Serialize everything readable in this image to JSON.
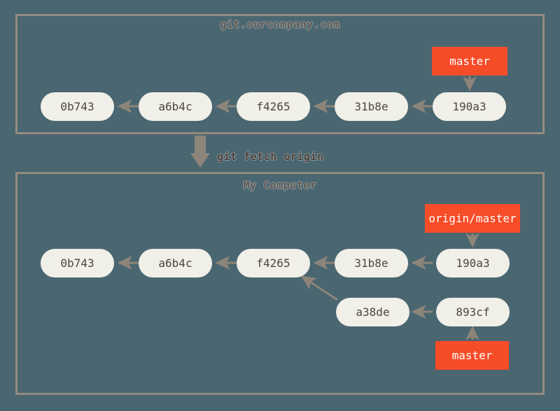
{
  "diagram": {
    "background_color": "#4a6670",
    "node_color": "#f0efe8",
    "branch_label_color": "#f74c28",
    "arrow_color": "#8d857a",
    "border_color": "#938b80",
    "operation_label": "git fetch origin",
    "regions": [
      {
        "id": "remote",
        "title": "git.ourcompany.com",
        "commits": [
          "0b743",
          "a6b4c",
          "f4265",
          "31b8e",
          "190a3"
        ],
        "branch_labels": [
          {
            "name": "master",
            "points_to": "190a3"
          }
        ]
      },
      {
        "id": "local",
        "title": "My Computer",
        "commits": [
          "0b743",
          "a6b4c",
          "f4265",
          "31b8e",
          "190a3",
          "a38de",
          "893cf"
        ],
        "branch_labels": [
          {
            "name": "origin/master",
            "points_to": "190a3"
          },
          {
            "name": "master",
            "points_to": "893cf"
          }
        ]
      }
    ]
  }
}
